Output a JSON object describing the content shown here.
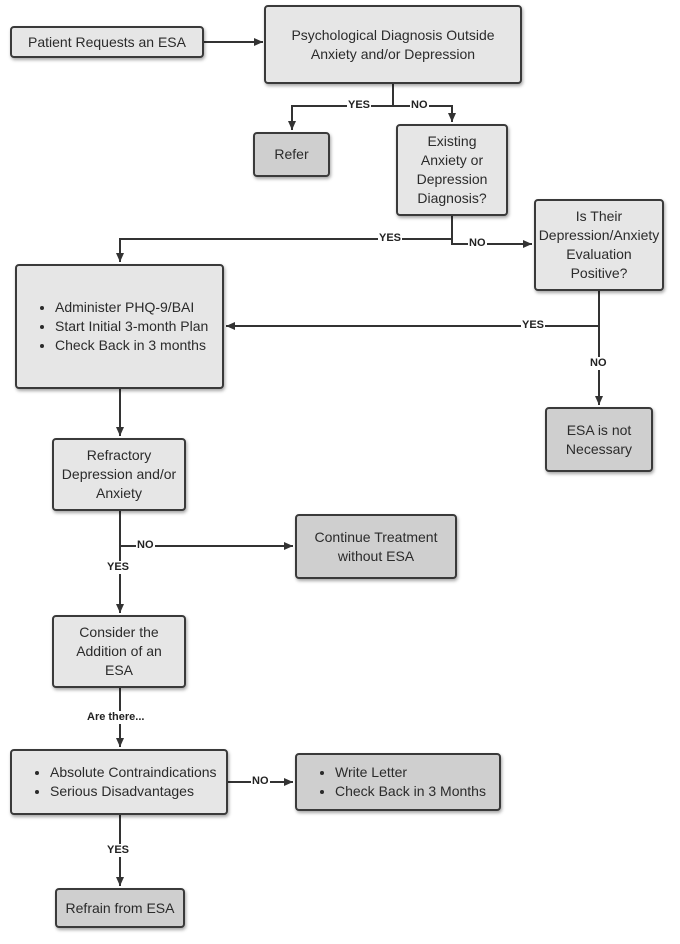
{
  "nodes": {
    "patient_request": "Patient Requests an ESA",
    "psych_dx": "Psychological Diagnosis Outside\nAnxiety and/or Depression",
    "refer": "Refer",
    "existing_dx": "Existing\nAnxiety or\nDepression\nDiagnosis?",
    "eval_positive": "Is Their\nDepression/Anxiety\nEvaluation\nPositive?",
    "initial_plan": [
      "Administer PHQ-9/BAI",
      "Start Initial 3-month Plan",
      "Check Back in 3 months"
    ],
    "esa_not_necessary": "ESA is not\nNecessary",
    "refractory": "Refractory\nDepression and/or\nAnxiety",
    "continue_treatment": "Continue Treatment\nwithout ESA",
    "consider_esa": "Consider the\nAddition of an\nESA",
    "contraindications": [
      "Absolute Contraindications",
      "Serious Disadvantages"
    ],
    "write_letter": [
      "Write Letter",
      "Check Back in 3 Months"
    ],
    "refrain": "Refrain from ESA"
  },
  "labels": {
    "yes": "YES",
    "no": "NO",
    "are_there": "Are there..."
  }
}
